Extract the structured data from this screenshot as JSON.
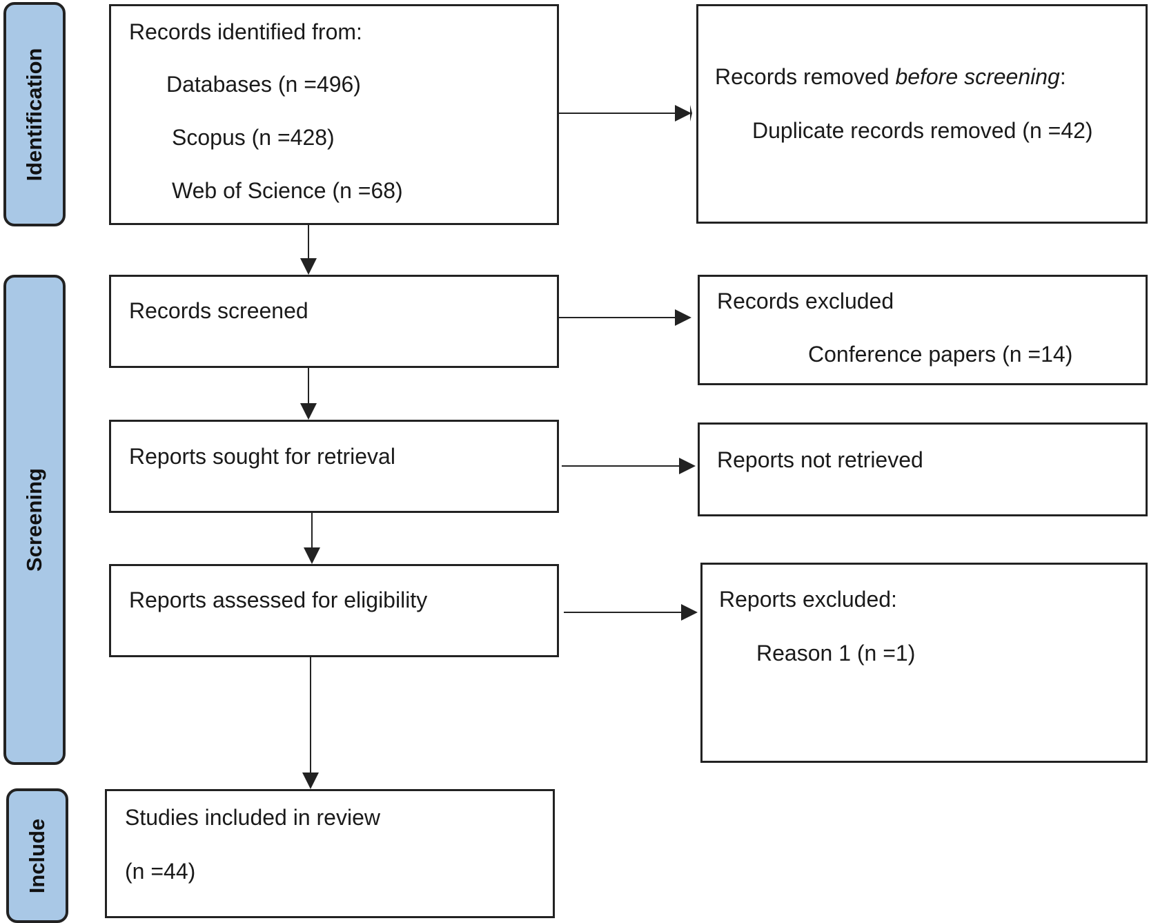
{
  "phases": {
    "identification": "Identification",
    "screening": "Screening",
    "include": "Include"
  },
  "identified": {
    "heading": "Records identified from:",
    "databases": "Databases (n =496)",
    "scopus": "Scopus (n =428)",
    "wos": "Web of Science (n =68)"
  },
  "removed": {
    "heading_prefix": "Records removed ",
    "heading_em": "before screening",
    "heading_suffix": ":",
    "duplicates": "Duplicate records removed (n =42)"
  },
  "screened": {
    "label": "Records screened"
  },
  "excluded": {
    "heading": "Records excluded",
    "conference": "Conference papers (n =14)"
  },
  "sought": {
    "label": "Reports sought for retrieval"
  },
  "not_retrieved": {
    "label": "Reports not retrieved"
  },
  "assessed": {
    "label": "Reports assessed for eligibility"
  },
  "reports_excluded": {
    "heading": "Reports excluded:",
    "reason1": "Reason 1 (n =1)"
  },
  "included": {
    "heading": "Studies included in review",
    "count": "(n =44)"
  }
}
